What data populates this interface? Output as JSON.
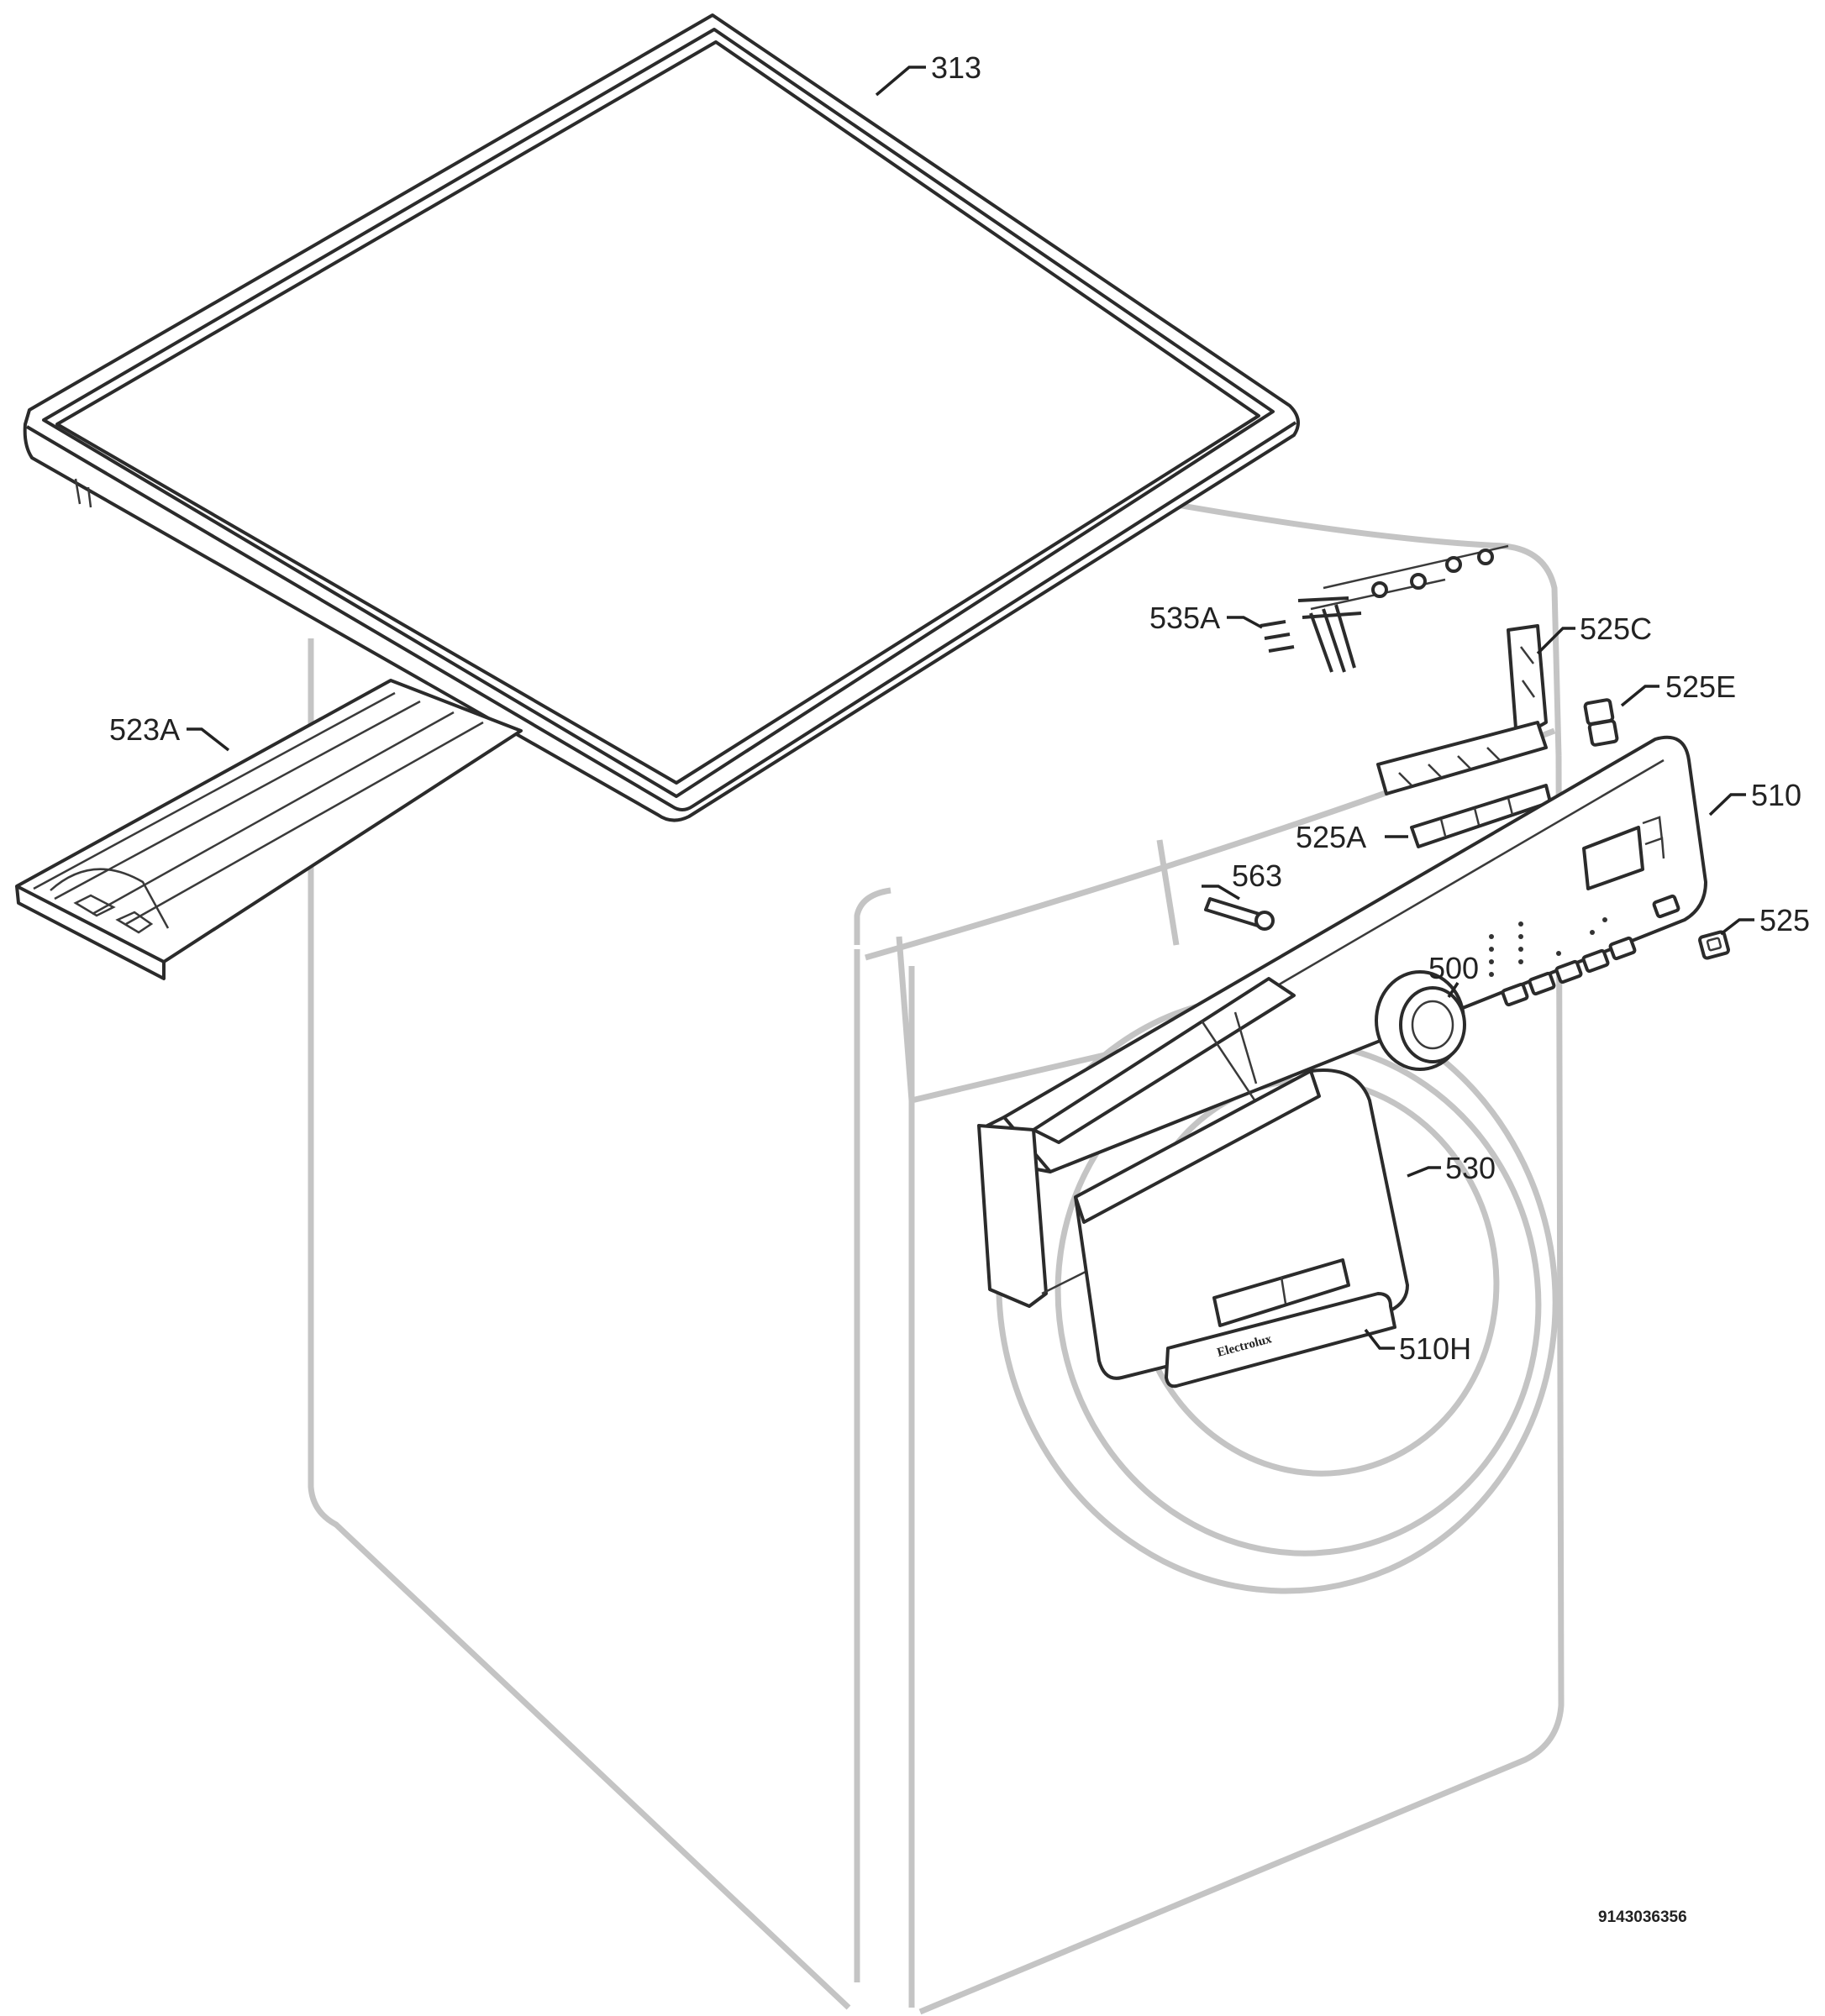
{
  "callouts": {
    "p313": "313",
    "p535A": "535A",
    "p525C": "525C",
    "p525E": "525E",
    "p523A": "523A",
    "p510": "510",
    "p525A": "525A",
    "p563": "563",
    "p525": "525",
    "p500": "500",
    "p530": "530",
    "p510H": "510H"
  },
  "logo_text": "Electrolux",
  "drawing_number": "9143036356"
}
